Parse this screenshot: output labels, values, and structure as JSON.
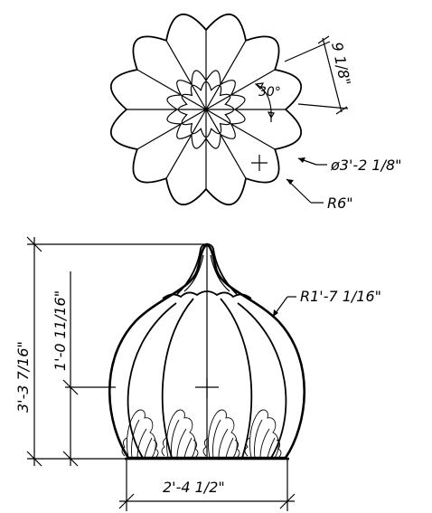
{
  "plan_view": {
    "angle_label": "30°",
    "width_dimension": "9 1/8\"",
    "diameter_callout": "ø3'-2 1/8\"",
    "lobe_radius_callout": "R6\""
  },
  "elevation_view": {
    "overall_height": "3'-3 7/16\"",
    "body_height": "1'-0 11/16\"",
    "profile_radius_callout": "R1'-7 1/16\"",
    "base_width": "2'-4 1/2\""
  }
}
